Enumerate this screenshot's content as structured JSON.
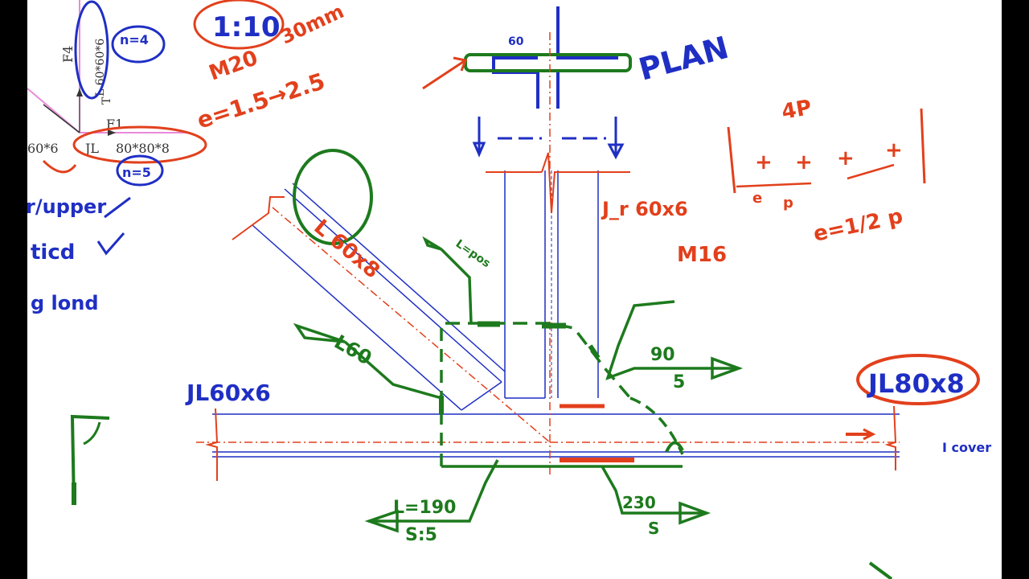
{
  "colors": {
    "blue": "#1f2fc4",
    "red": "#e2401c",
    "green": "#1d7a1d",
    "pink": "#e88ad8",
    "ink": "#333333"
  },
  "top_left_typed": {
    "f4": "F4",
    "angle_left": "L 60*60*6",
    "t": "T",
    "f1": "F1",
    "jl": "JL",
    "jl_size": "80*80*8",
    "left_size": "60*6",
    "n4": "n=4",
    "n5": "n=5"
  },
  "left_notes": {
    "upper": "r/upper",
    "ticd": "ticd",
    "gland": "g lond"
  },
  "scale": {
    "ratio": "1:10",
    "m20": "M20",
    "range_top": "30mm",
    "e_range": "e=1.5→2.5"
  },
  "plan": {
    "label": "PLAN",
    "dim": "60"
  },
  "pitch": {
    "label": "4P",
    "e": "e",
    "p": "p",
    "formula": "e=1/2 p"
  },
  "labels": {
    "vertical_angle": "J_r 60x6",
    "bolt": "M16",
    "diagonal": "L 60x8",
    "bottom_left_angle": "JL60x6",
    "right_angle": "JL80x8",
    "weld_diag": "L60",
    "weld_top": "L=pos",
    "weld_right_top_num": "90",
    "weld_right_top_den": "5",
    "weld_bottom_left_num": "L=190",
    "weld_bottom_left_den": "S:5",
    "weld_bottom_right_num": "230",
    "weld_bottom_right_den": "S",
    "right_note": "I cover"
  }
}
